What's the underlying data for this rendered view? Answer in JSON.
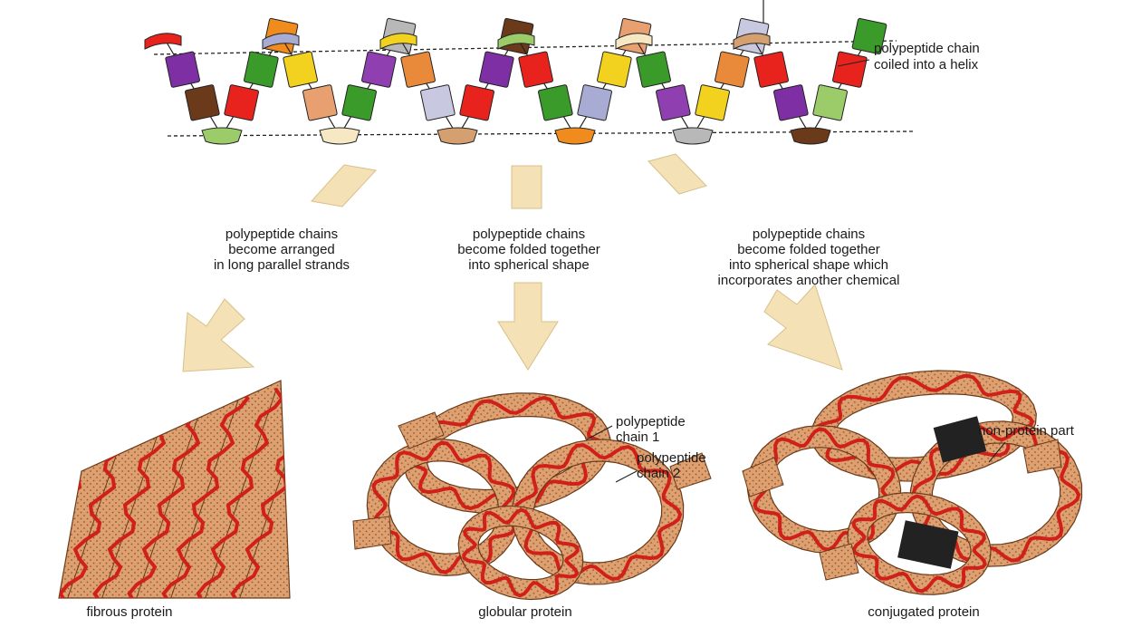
{
  "labels": {
    "helix": [
      "polypeptide chain",
      "coiled into a helix"
    ],
    "fibrous_step": [
      "polypeptide chains",
      "become arranged",
      "in long parallel strands"
    ],
    "globular_step": [
      "polypeptide chains",
      "become folded together",
      "into spherical shape"
    ],
    "conjugated_step": [
      "polypeptide chains",
      "become folded together",
      "into spherical shape which",
      "incorporates another chemical"
    ],
    "chain1": [
      "polypeptide",
      "chain 1"
    ],
    "chain2": [
      "polypeptide",
      "chain 2"
    ],
    "non_protein": "non-protein part"
  },
  "captions": {
    "fibrous": "fibrous protein",
    "globular": "globular protein",
    "conjugated": "conjugated protein"
  },
  "colors": {
    "ribbon_fill": "#dfa070",
    "ribbon_stripe": "#d0201a",
    "arrow_fill": "#f5e1b6",
    "non_protein": "#222222",
    "amino_acids": [
      "#e8231e",
      "#7e2fa4",
      "#6a3a1a",
      "#9ccc6a",
      "#e8231e",
      "#3a9a2a",
      "#f08c1e",
      "#a8acd4",
      "#f2d21e",
      "#e8a070",
      "#f7e8c4",
      "#3a9a2a",
      "#8f3fb0",
      "#b8b8b8",
      "#f2d21e",
      "#e88a3a",
      "#c8c8e0",
      "#d4a070"
    ]
  }
}
